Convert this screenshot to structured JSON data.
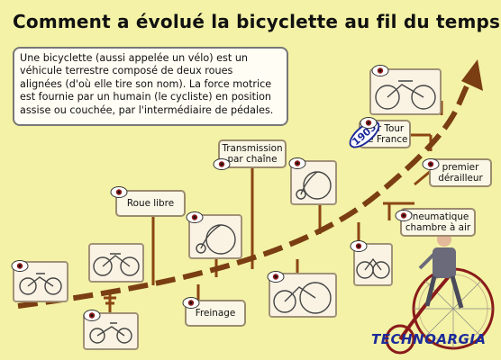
{
  "title": "Comment a évolué la bicyclette au fil du temps ?",
  "intro": {
    "lines": [
      "Une bicyclette (aussi appelée un vélo) est un",
      "véhicule terrestre composé de deux roues",
      "alignées (d'où elle tire son nom). La force motrice",
      "est fournie par un humain (le cycliste) en position",
      "assise ou couchée, par l'intermédiaire de pédales."
    ]
  },
  "labels": {
    "roue_libre": "Roue libre",
    "transmission_1": "Transmission",
    "transmission_2": "par chaîne",
    "freinage": "Freinage",
    "tour_1": "1er Tour",
    "tour_2": "de France",
    "derailleur_1": "premier",
    "derailleur_2": "dérailleur",
    "pneu_1": "Pneumatique",
    "pneu_2": "chambre à air"
  },
  "year_stamp": "1903",
  "brand": "TECHNOARGIA",
  "colors": {
    "background": "#f3f2a6",
    "stems": "#8b4513",
    "arrow": "#7a3e12",
    "stamp": "#1c2a9a"
  },
  "icons": [
    "eye-icon",
    "bicycle-illustration",
    "arrow-icon",
    "cyclist-illustration"
  ]
}
